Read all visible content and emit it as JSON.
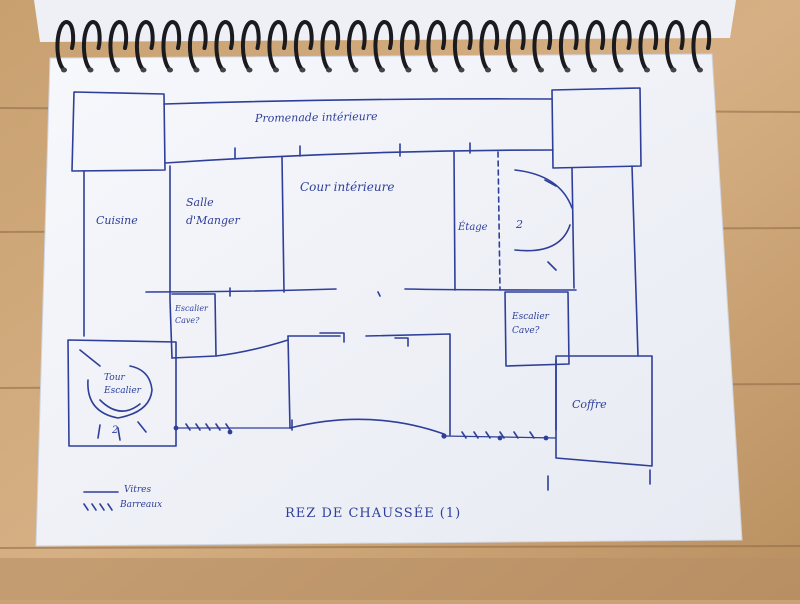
{
  "notebook": {
    "title": "REZ DE CHAUSSÉE (1)",
    "rooms": {
      "promenade": "Promenade intérieure",
      "cour": "Cour intérieure",
      "salle": "Salle d'Manger",
      "cuisine": "Cuisine",
      "etage": "Étage",
      "tour": "Tour Escalier",
      "coffre": "Coffre",
      "cave_left": "Escalier Cave?",
      "cave_right": "Escalier Cave?"
    },
    "numbers": {
      "tour": "2",
      "etage": "2"
    },
    "legend": [
      "Vitres",
      "Barreaux"
    ]
  },
  "colors": {
    "ink": "#2e3f9a",
    "paper": "#f3f5fa",
    "table": "#c9a276",
    "spiral": "#1b1b1f"
  }
}
